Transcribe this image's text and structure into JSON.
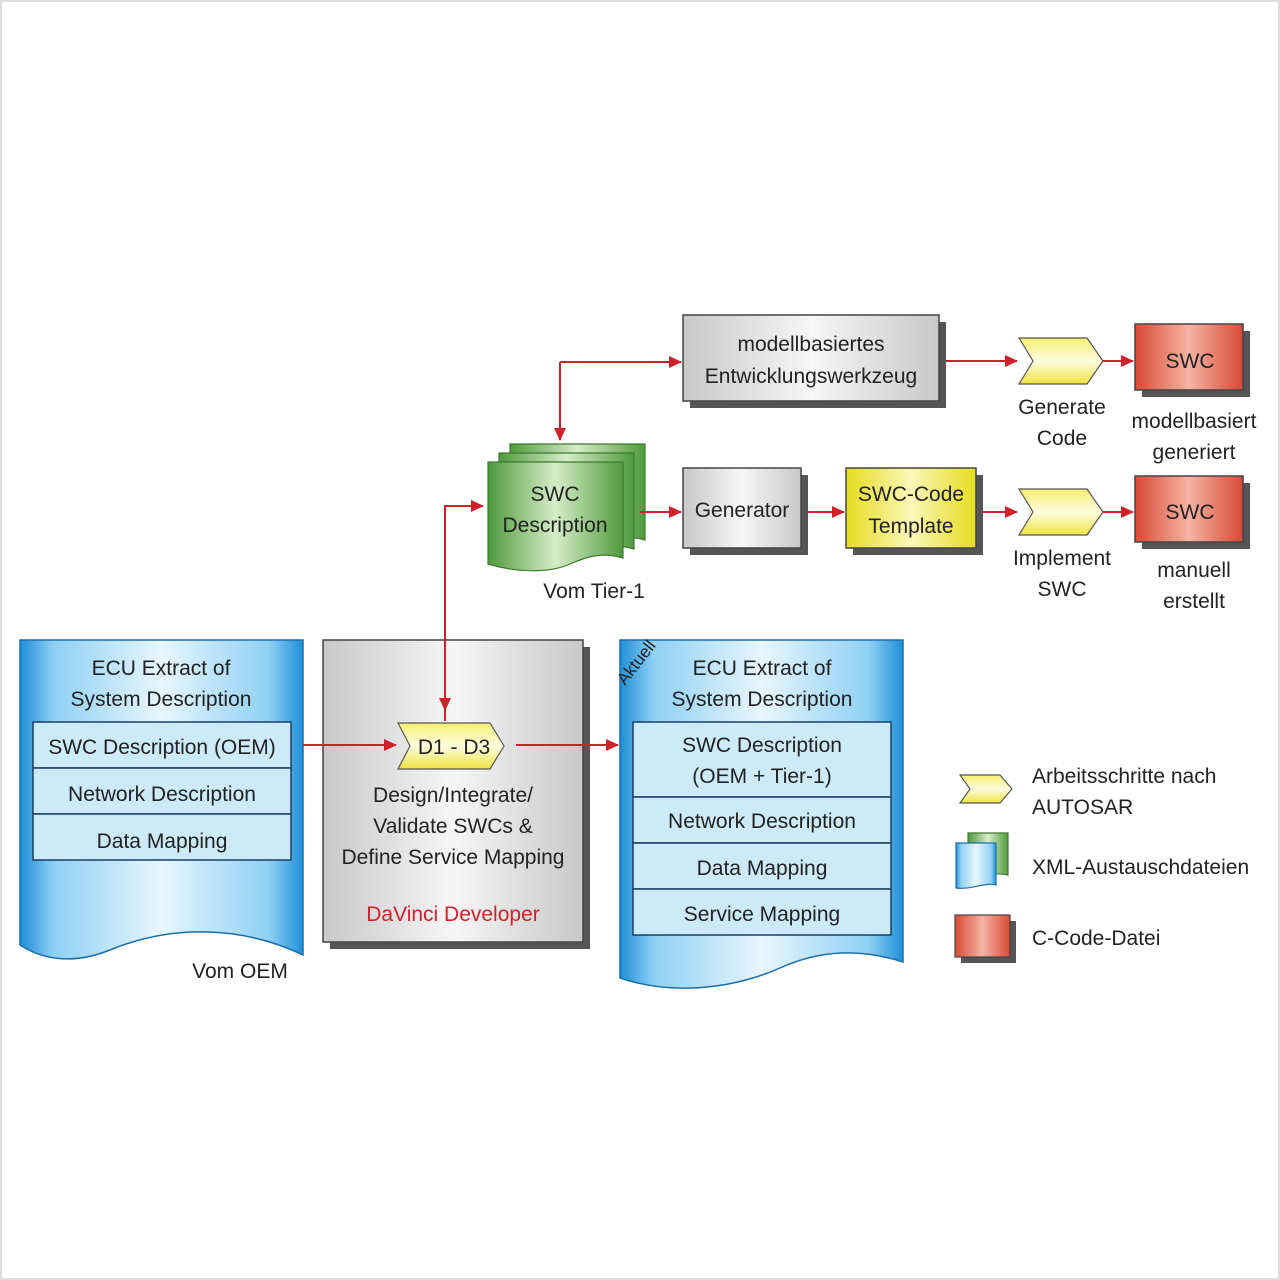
{
  "oem_document": {
    "title_line1": "ECU Extract of",
    "title_line2": "System Description",
    "rows": [
      "SWC Description (OEM)",
      "Network Description",
      "Data Mapping"
    ],
    "source_label": "Vom OEM"
  },
  "davinci": {
    "step_label": "D1 - D3",
    "desc_line1": "Design/Integrate/",
    "desc_line2": "Validate SWCs &",
    "desc_line3": "Define Service Mapping",
    "tool_name": "DaVinci Developer"
  },
  "result_document": {
    "stamp": "Aktuell",
    "title_line1": "ECU Extract of",
    "title_line2": "System Description",
    "rows": [
      {
        "line1": "SWC Description",
        "line2": "(OEM + Tier-1)"
      },
      {
        "line1": "Network Description",
        "line2": ""
      },
      {
        "line1": "Data Mapping",
        "line2": ""
      },
      {
        "line1": "Service Mapping",
        "line2": ""
      }
    ]
  },
  "swc_description": {
    "line1": "SWC",
    "line2": "Description",
    "source_label": "Vom Tier-1"
  },
  "model_tool": {
    "line1": "modellbasiertes",
    "line2": "Entwicklungswerkzeug"
  },
  "generator": {
    "label": "Generator"
  },
  "code_template": {
    "line1": "SWC-Code",
    "line2": "Template"
  },
  "step_generate": {
    "line1": "Generate",
    "line2": "Code"
  },
  "step_implement": {
    "line1": "Implement",
    "line2": "SWC"
  },
  "swc_generated": {
    "label": "SWC",
    "caption_line1": "modellbasiert",
    "caption_line2": "generiert"
  },
  "swc_manual": {
    "label": "SWC",
    "caption_line1": "manuell",
    "caption_line2": "erstellt"
  },
  "legend": {
    "autosar_line1": "Arbeitsschritte nach",
    "autosar_line2": "AUTOSAR",
    "xml": "XML-Austauschdateien",
    "ccode": "C-Code-Datei"
  },
  "colors": {
    "arrow": "#d0202a",
    "xml_blue": "#3aa6e0",
    "xml_green": "#6fb04f",
    "ccode_red": "#e0604a",
    "step_yellow": "#f3e850",
    "tool_gray": "#d8d8d8"
  }
}
